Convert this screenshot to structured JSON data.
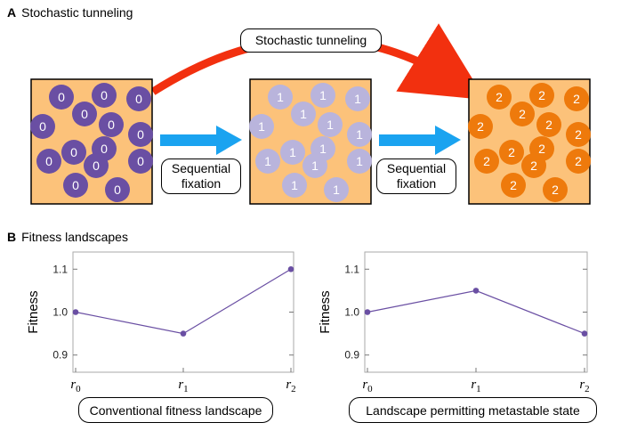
{
  "panel_a": {
    "letter": "A",
    "title": "Stochastic tunneling",
    "tunneling_label": "Stochastic tunneling",
    "sequential_label_1": "Sequential\nfixation",
    "sequential_label_2": "Sequential\nfixation",
    "populations": [
      {
        "genotype": "0",
        "cell_color": "#6a4fa3",
        "text_color": "#ffffff"
      },
      {
        "genotype": "1",
        "cell_color": "#b9b4dc",
        "text_color": "#ffffff"
      },
      {
        "genotype": "2",
        "cell_color": "#ee7a0c",
        "text_color": "#ffffff"
      }
    ],
    "colors": {
      "background": "#fcc27a",
      "tunnel_arrow": "#f2300f",
      "seq_arrow": "#1aa3f0"
    }
  },
  "panel_b": {
    "letter": "B",
    "title": "Fitness landscapes",
    "chart_data": [
      {
        "type": "line",
        "x": [
          "r0",
          "r1",
          "r2"
        ],
        "categories": [
          "r0",
          "r1",
          "r2"
        ],
        "values": [
          1.0,
          0.95,
          1.1
        ],
        "ylabel": "Fitness",
        "ylim": [
          0.86,
          1.14
        ],
        "yticks": [
          "0.9",
          "1.0",
          "1.1"
        ],
        "caption": "Conventional fitness landscape",
        "color": "#6a4fa3"
      },
      {
        "type": "line",
        "x": [
          "r0",
          "r1",
          "r2"
        ],
        "categories": [
          "r0",
          "r1",
          "r2"
        ],
        "values": [
          1.0,
          1.05,
          0.95
        ],
        "ylabel": "Fitness",
        "ylim": [
          0.86,
          1.14
        ],
        "yticks": [
          "0.9",
          "1.0",
          "1.1"
        ],
        "caption": "Landscape permitting metastable state",
        "color": "#6a4fa3"
      }
    ]
  }
}
